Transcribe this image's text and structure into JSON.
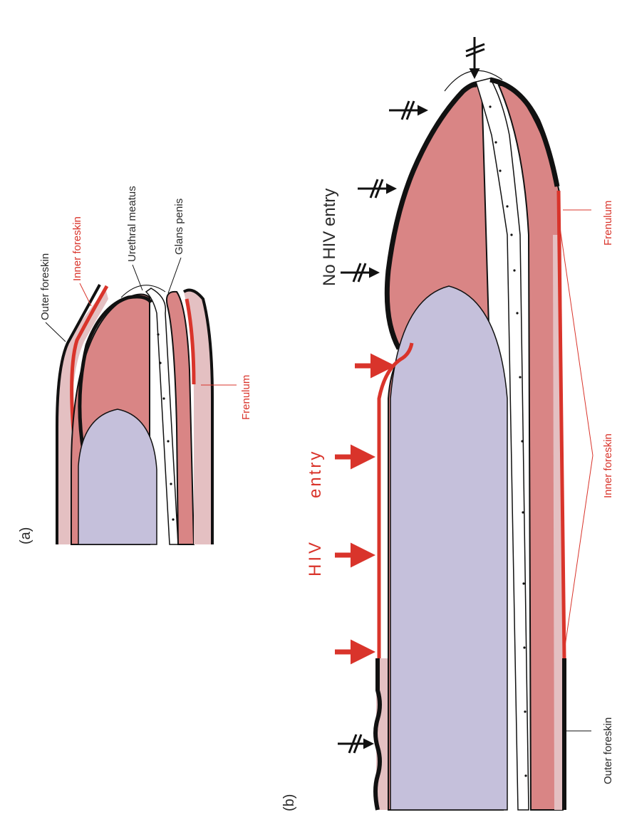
{
  "panel_a": {
    "label": "(a)",
    "labels": {
      "outer_foreskin": "Outer foreskin",
      "inner_foreskin": "Inner foreskin",
      "urethral_meatus": "Urethral meatus",
      "glans_penis": "Glans penis",
      "frenulum": "Frenulum"
    }
  },
  "panel_b": {
    "label": "(b)",
    "labels": {
      "no_hiv_entry": "No HIV entry",
      "hiv": "HIV",
      "entry": "entry",
      "frenulum": "Frenulum",
      "inner_foreskin": "Inner foreskin",
      "outer_foreskin": "Outer foreskin"
    }
  },
  "colors": {
    "tissue": "#d98585",
    "shaft_core": "#c5c0db",
    "inner_foreskin": "#d9342b",
    "outer_skin": "#111111",
    "foreskin_fill": "#e4c0c2",
    "label_dark": "#2a2a2a",
    "label_red": "#d9342b"
  }
}
